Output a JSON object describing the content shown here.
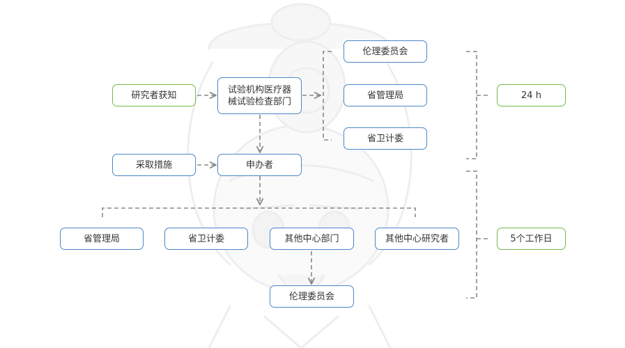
{
  "nodes": {
    "researcher_aware": "研究者获知",
    "institution_line1": "试验机构医疗器",
    "institution_line2": "械试验检查部门",
    "ethics_committee_top": "伦理委员会",
    "provincial_admin_top": "省管理局",
    "provincial_health_top": "省卫计委",
    "time_24h": "24 h",
    "take_measures": "采取措施",
    "sponsor": "申办者",
    "provincial_admin_bottom": "省管理局",
    "provincial_health_bottom": "省卫计委",
    "other_center_depts": "其他中心部门",
    "other_center_researchers": "其他中心研究者",
    "time_5days": "5个工作日",
    "ethics_committee_bottom": "伦理委员会"
  },
  "colors": {
    "box_border_blue": "#4a86c8",
    "box_border_green": "#74b84a",
    "connector": "#888888",
    "text": "#333333"
  }
}
